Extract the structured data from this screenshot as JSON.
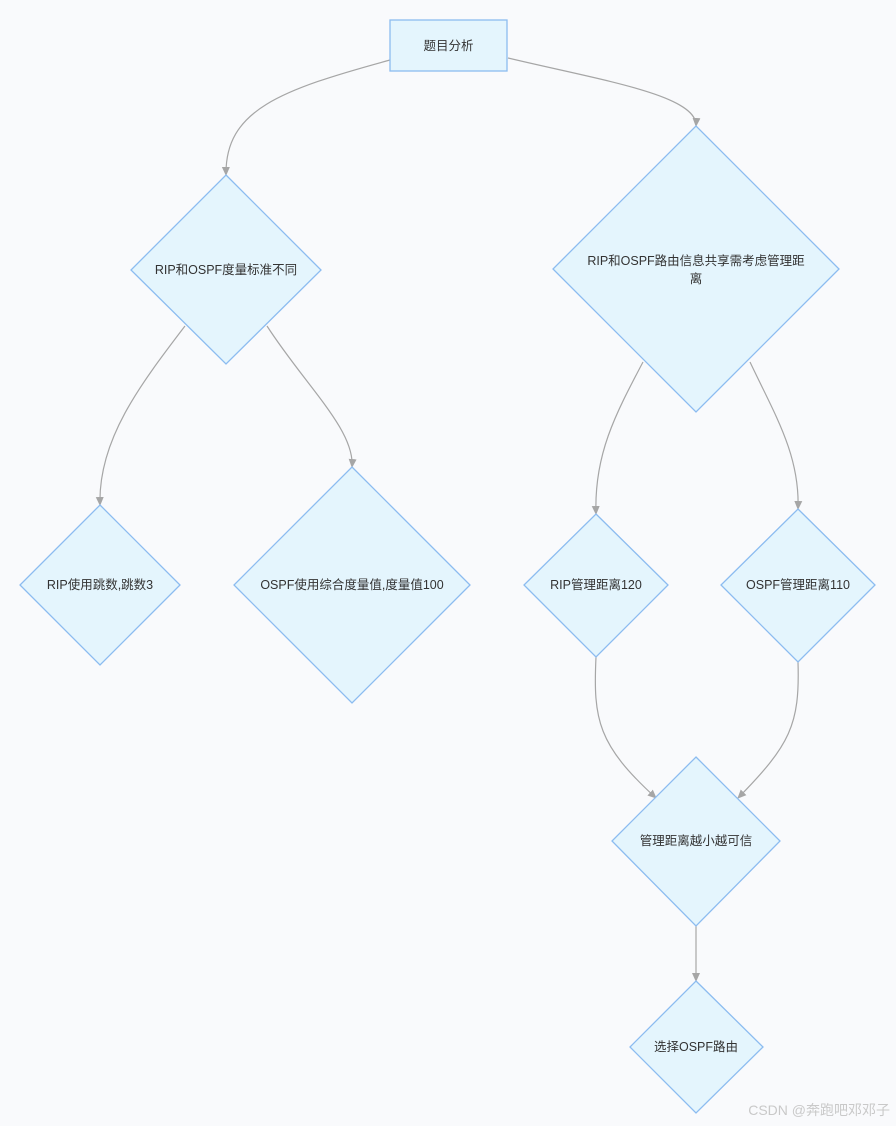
{
  "nodes": {
    "root": "题目分析",
    "metric_diff": "RIP和OSPF度量标准不同",
    "admin_dist_consider": "RIP和OSPF路由信息共享需考虑管理距离",
    "rip_hops": "RIP使用跳数,跳数3",
    "ospf_metric": "OSPF使用综合度量值,度量值100",
    "rip_ad": "RIP管理距离120",
    "ospf_ad": "OSPF管理距离110",
    "smaller_trusted": "管理距离越小越可信",
    "choose_ospf": "选择OSPF路由"
  },
  "edges": [
    [
      "root",
      "metric_diff"
    ],
    [
      "root",
      "admin_dist_consider"
    ],
    [
      "metric_diff",
      "rip_hops"
    ],
    [
      "metric_diff",
      "ospf_metric"
    ],
    [
      "admin_dist_consider",
      "rip_ad"
    ],
    [
      "admin_dist_consider",
      "ospf_ad"
    ],
    [
      "rip_ad",
      "smaller_trusted"
    ],
    [
      "ospf_ad",
      "smaller_trusted"
    ],
    [
      "smaller_trusted",
      "choose_ospf"
    ]
  ],
  "colors": {
    "node_fill": "#e4f5fd",
    "node_stroke": "#8cbcf0",
    "edge": "#a6a6a6"
  },
  "watermark": "CSDN @奔跑吧邓邓子"
}
